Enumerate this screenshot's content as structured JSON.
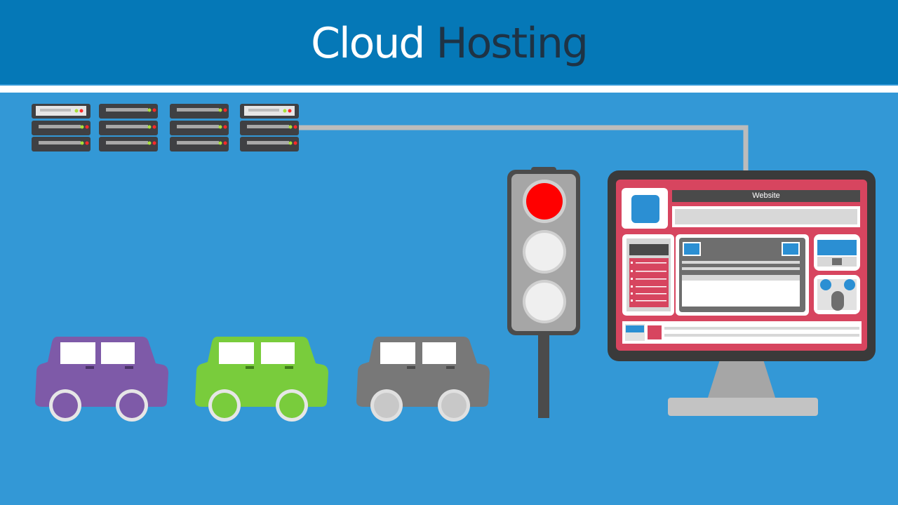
{
  "header": {
    "title_part1": "Cloud",
    "title_part2": "Hosting"
  },
  "monitor": {
    "label": "Website"
  },
  "colors": {
    "background": "#3398d6",
    "header": "#0578b7",
    "title_dark": "#1e3345",
    "car_purple": "#7e5aa8",
    "car_green": "#79cc3c",
    "car_gray": "#787878",
    "light_red": "#ff0000",
    "screen_pink": "#d7455f"
  },
  "icons": [
    "server-rack-icon",
    "traffic-light-icon",
    "car-icon",
    "monitor-icon"
  ]
}
